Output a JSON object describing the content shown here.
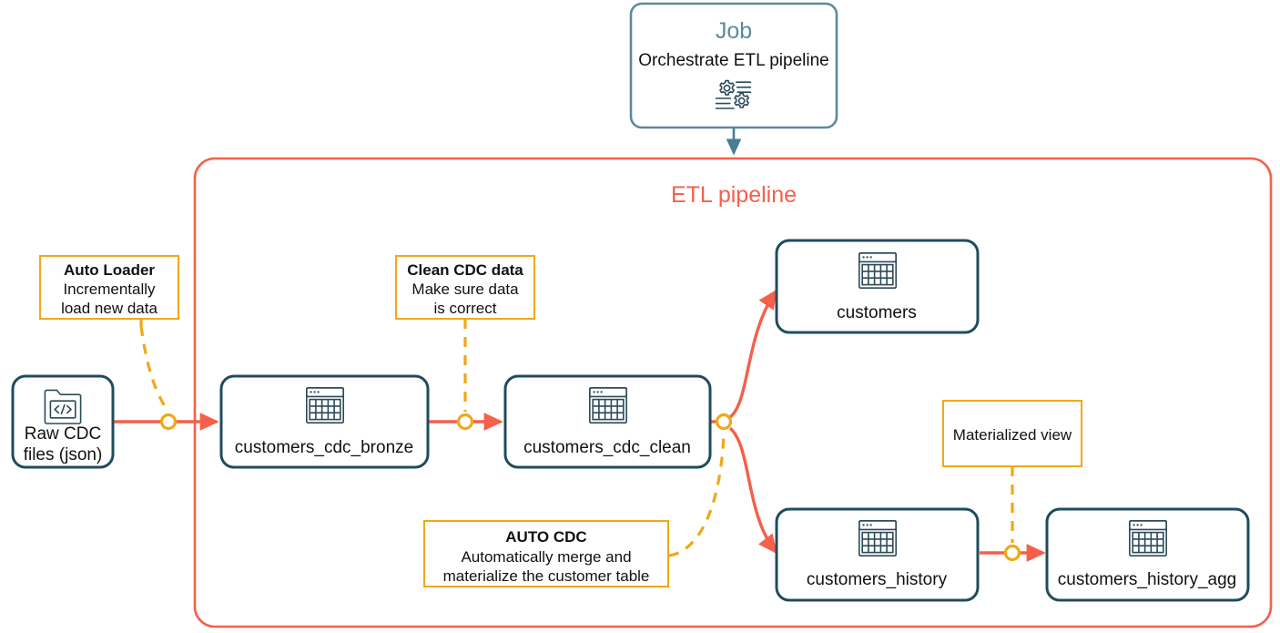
{
  "diagram": {
    "title_job": "Job",
    "subtitle_job": "Orchestrate ETL pipeline",
    "pipeline_title": "ETL pipeline"
  },
  "nodes": [
    {
      "id": "raw",
      "label_line1": "Raw CDC",
      "label_line2": "files (json)",
      "icon": "folder-code-icon"
    },
    {
      "id": "bronze",
      "label": "customers_cdc_bronze",
      "icon": "table-icon"
    },
    {
      "id": "clean",
      "label": "customers_cdc_clean",
      "icon": "table-icon"
    },
    {
      "id": "customers",
      "label": "customers",
      "icon": "table-icon"
    },
    {
      "id": "history",
      "label": "customers_history",
      "icon": "table-icon"
    },
    {
      "id": "history_agg",
      "label": "customers_history_agg",
      "icon": "table-icon"
    }
  ],
  "notes": [
    {
      "id": "auto-loader",
      "title": "Auto Loader",
      "lines": [
        "Incrementally",
        "load new data"
      ]
    },
    {
      "id": "clean-cdc",
      "title": "Clean CDC data",
      "lines": [
        "Make sure data",
        "is correct"
      ]
    },
    {
      "id": "auto-cdc",
      "title": "AUTO CDC",
      "lines": [
        "Automatically merge and",
        "materialize the customer table"
      ]
    },
    {
      "id": "materialized-view",
      "title": "",
      "lines": [
        "Materialized view"
      ]
    }
  ],
  "icons": {
    "job": "gears-workflow-icon",
    "table": "table-grid-icon",
    "folder": "folder-code-icon"
  },
  "colors": {
    "accent_red": "#F4604A",
    "accent_amber": "#F0A817",
    "node_border": "#1F4C5C",
    "job_border": "#5B8A9B",
    "job_title": "#5B8A9B",
    "text": "#111111"
  }
}
